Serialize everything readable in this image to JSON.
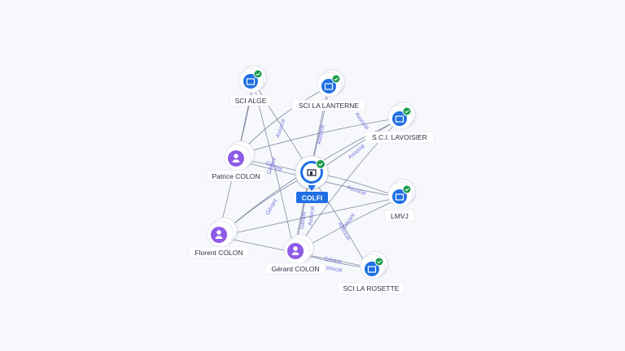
{
  "graph": {
    "center": {
      "label": "COLFI",
      "icon": "building-icon",
      "verified": true,
      "color": "#1f6fe5"
    },
    "companies": [
      {
        "id": "sci_alge",
        "label": "SCI ALGE",
        "icon": "building-icon",
        "verified": true
      },
      {
        "id": "sci_la_lanterne",
        "label": "SCI LA LANTERNE",
        "icon": "building-icon",
        "verified": true
      },
      {
        "id": "sci_lavoisier",
        "label": "S.C.I. LAVOISIER",
        "icon": "building-icon",
        "verified": true
      },
      {
        "id": "lmvj",
        "label": "LMVJ",
        "icon": "building-icon",
        "verified": true
      },
      {
        "id": "sci_la_rosette",
        "label": "SCI LA ROSETTE",
        "icon": "building-icon",
        "verified": true
      }
    ],
    "people": [
      {
        "id": "patrice",
        "label": "Patrice COLON",
        "icon": "person-icon"
      },
      {
        "id": "florent",
        "label": "Florent COLON",
        "icon": "person-icon"
      },
      {
        "id": "gerard",
        "label": "Gérard COLON",
        "icon": "person-icon"
      }
    ],
    "edge_labels": [
      "Associé",
      "Gérant",
      "Associé",
      "Associé",
      "Gérant",
      "Associé",
      "Gérant",
      "Associé",
      "Gérant",
      "Associé",
      "Associé",
      "Gérant",
      "Associé",
      "Gérant"
    ],
    "colors": {
      "company_node": "#1f6fe5",
      "person_node": "#8e5be8",
      "verified_badge": "#1a9b4b",
      "edge": "#6f7796",
      "edge_label": "#7a72e0"
    }
  }
}
